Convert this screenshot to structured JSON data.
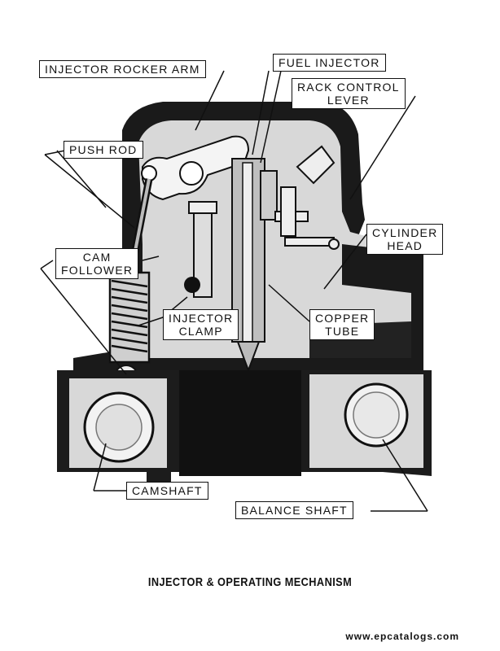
{
  "labels": {
    "injector_rocker_arm": "INJECTOR ROCKER ARM",
    "fuel_injector": "FUEL INJECTOR",
    "rack_control_lever": [
      "RACK CONTROL",
      "LEVER"
    ],
    "push_rod": "PUSH ROD",
    "cylinder_head": [
      "CYLINDER",
      "HEAD"
    ],
    "cam_follower": [
      "CAM",
      "FOLLOWER"
    ],
    "injector_clamp": [
      "INJECTOR",
      "CLAMP"
    ],
    "copper_tube": [
      "COPPER",
      "TUBE"
    ],
    "camshaft": "CAMSHAFT",
    "balance_shaft": "BALANCE SHAFT"
  },
  "caption": "INJECTOR & OPERATING MECHANISM",
  "watermark": "www.epcatalogs.com"
}
